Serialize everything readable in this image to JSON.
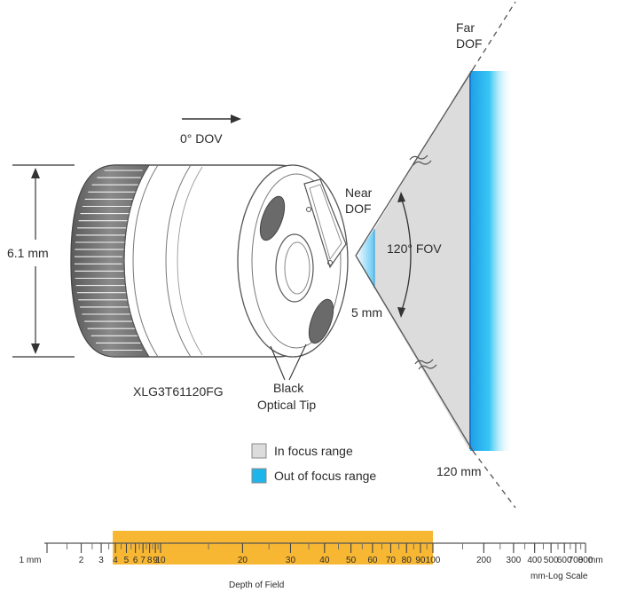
{
  "labels": {
    "dov": "0° DOV",
    "diameter": "6.1 mm",
    "part_number": "XLG3T61120FG",
    "optical_tip_line1": "Black",
    "optical_tip_line2": "Optical Tip",
    "near_dof_line1": "Near",
    "near_dof_line2": "DOF",
    "far_dof_line1": "Far",
    "far_dof_line2": "DOF",
    "fov": "120° FOV",
    "near_distance": "5 mm",
    "far_distance": "120 mm"
  },
  "legend": [
    {
      "label": "In focus range",
      "color": "#dcdcdc"
    },
    {
      "label": "Out of focus range",
      "color": "#1fb4ea"
    }
  ],
  "scale": {
    "caption": "Depth of Field",
    "unit": "mm",
    "scale_note": "mm-Log Scale",
    "min": 1,
    "max": 800,
    "highlight_range": [
      4,
      100
    ],
    "highlight_color": "#f7b733",
    "ticks": [
      {
        "value": 1,
        "label": "1 mm"
      },
      {
        "value": 2,
        "label": "2"
      },
      {
        "value": 3,
        "label": "3"
      },
      {
        "value": 4,
        "label": "4"
      },
      {
        "value": 5,
        "label": "5"
      },
      {
        "value": 6,
        "label": "6"
      },
      {
        "value": 7,
        "label": "7"
      },
      {
        "value": 8,
        "label": "8"
      },
      {
        "value": 9,
        "label": "9"
      },
      {
        "value": 10,
        "label": "10"
      },
      {
        "value": 20,
        "label": "20"
      },
      {
        "value": 30,
        "label": "30"
      },
      {
        "value": 40,
        "label": "40"
      },
      {
        "value": 50,
        "label": "50"
      },
      {
        "value": 60,
        "label": "60"
      },
      {
        "value": 70,
        "label": "70"
      },
      {
        "value": 80,
        "label": "80"
      },
      {
        "value": 90,
        "label": "90"
      },
      {
        "value": 100,
        "label": "100"
      },
      {
        "value": 200,
        "label": "200"
      },
      {
        "value": 300,
        "label": "300"
      },
      {
        "value": 400,
        "label": "400"
      },
      {
        "value": 500,
        "label": "500"
      },
      {
        "value": 600,
        "label": "600"
      },
      {
        "value": 700,
        "label": "700"
      },
      {
        "value": 800,
        "label": "800"
      }
    ]
  }
}
